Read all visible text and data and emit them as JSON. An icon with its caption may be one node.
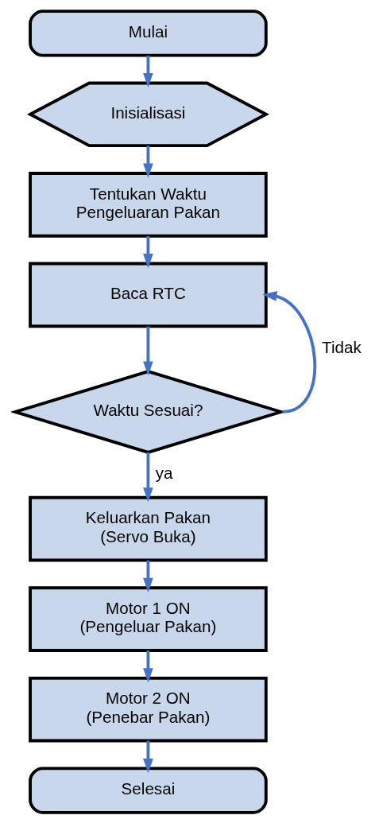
{
  "diagram": {
    "nodes": [
      {
        "text": [
          "Mulai"
        ]
      },
      {
        "text": [
          "Inisialisasi"
        ]
      },
      {
        "text": [
          "Tentukan Waktu Pengeluaran Pakan"
        ]
      },
      {
        "text": [
          "Baca RTC"
        ]
      },
      {
        "text": [
          "Waktu Sesuai?"
        ]
      },
      {
        "text": [
          "Keluarkan Pakan (Servo Buka)"
        ]
      },
      {
        "text": [
          "Motor 1 ON (Pengeluar Pakan)"
        ]
      },
      {
        "text": [
          "Motor 2 ON (Penebar Pakan)"
        ]
      },
      {
        "text": [
          "Selesai"
        ]
      }
    ],
    "edges": [
      {
        "from": 0,
        "to": 1,
        "arrow": "to"
      },
      {
        "from": 1,
        "to": 2,
        "arrow": "to"
      },
      {
        "from": 2,
        "to": 3,
        "arrow": "to"
      },
      {
        "from": 3,
        "to": 4,
        "arrow": "to"
      },
      {
        "from": 4,
        "to": 3,
        "arrow": "to",
        "label": "Tidak"
      },
      {
        "from": 4,
        "to": 5,
        "arrow": "to",
        "label": "ya"
      },
      {
        "from": 5,
        "to": 6,
        "arrow": "to"
      },
      {
        "from": 6,
        "to": 7,
        "arrow": "to"
      },
      {
        "from": 7,
        "to": 8,
        "arrow": "to"
      }
    ]
  }
}
